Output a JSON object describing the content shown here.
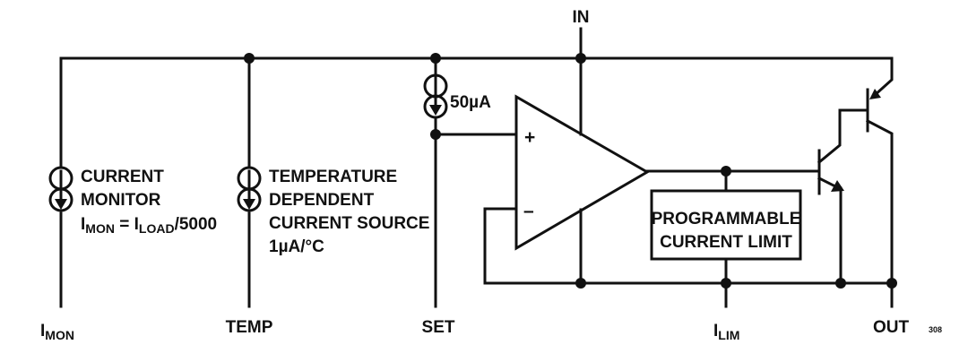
{
  "pins": {
    "in": "IN",
    "set": "SET",
    "temp": "TEMP",
    "out": "OUT",
    "imon": {
      "main": "I",
      "sub": "MON"
    },
    "ilim": {
      "main": "I",
      "sub": "LIM"
    }
  },
  "sources": {
    "set_current": "50µA",
    "current_monitor": {
      "line1": "CURRENT",
      "line2": "MONITOR",
      "formula": {
        "i1": "I",
        "s1": "MON",
        "eq": " = I",
        "s2": "LOAD",
        "rest": "/5000"
      }
    },
    "temperature": {
      "line1": "TEMPERATURE",
      "line2": "DEPENDENT",
      "line3": "CURRENT SOURCE",
      "line4": "1µA/°C"
    }
  },
  "opamp": {
    "plus": "+",
    "minus": "–"
  },
  "limit_block": {
    "line1": "PROGRAMMABLE",
    "line2": "CURRENT LIMIT"
  },
  "figure_id": "308"
}
